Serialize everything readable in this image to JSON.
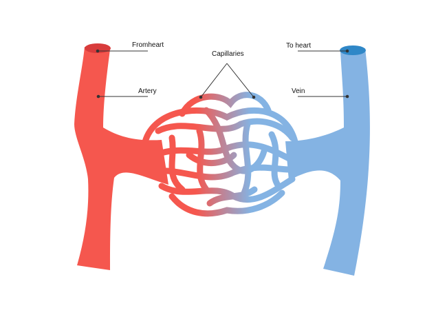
{
  "labels": {
    "from_heart": "Fromheart",
    "artery": "Artery",
    "capillaries": "Capillaries",
    "to_heart": "To heart",
    "vein": "Vein"
  },
  "colors": {
    "artery": "#f5574e",
    "artery_opening": "#d83c3c",
    "vein": "#84b3e3",
    "vein_opening": "#2f87c7",
    "leader": "#333333"
  }
}
